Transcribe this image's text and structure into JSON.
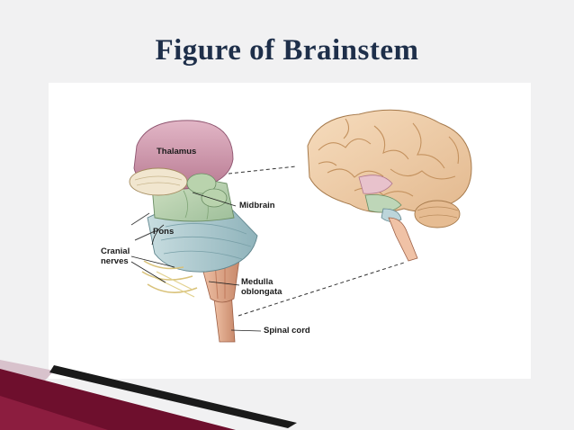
{
  "slide": {
    "title": "Figure of Brainstem"
  },
  "figure": {
    "labels": {
      "thalamus": "Thalamus",
      "midbrain": "Midbrain",
      "pons": "Pons",
      "cranial_nerves": "Cranial\nnerves",
      "medulla_oblongata": "Medulla\noblongata",
      "spinal_cord": "Spinal cord"
    }
  },
  "colors": {
    "title": "#1e2f4a",
    "accent_dark": "#6e0f2d",
    "accent_light": "#d8c2cc"
  }
}
